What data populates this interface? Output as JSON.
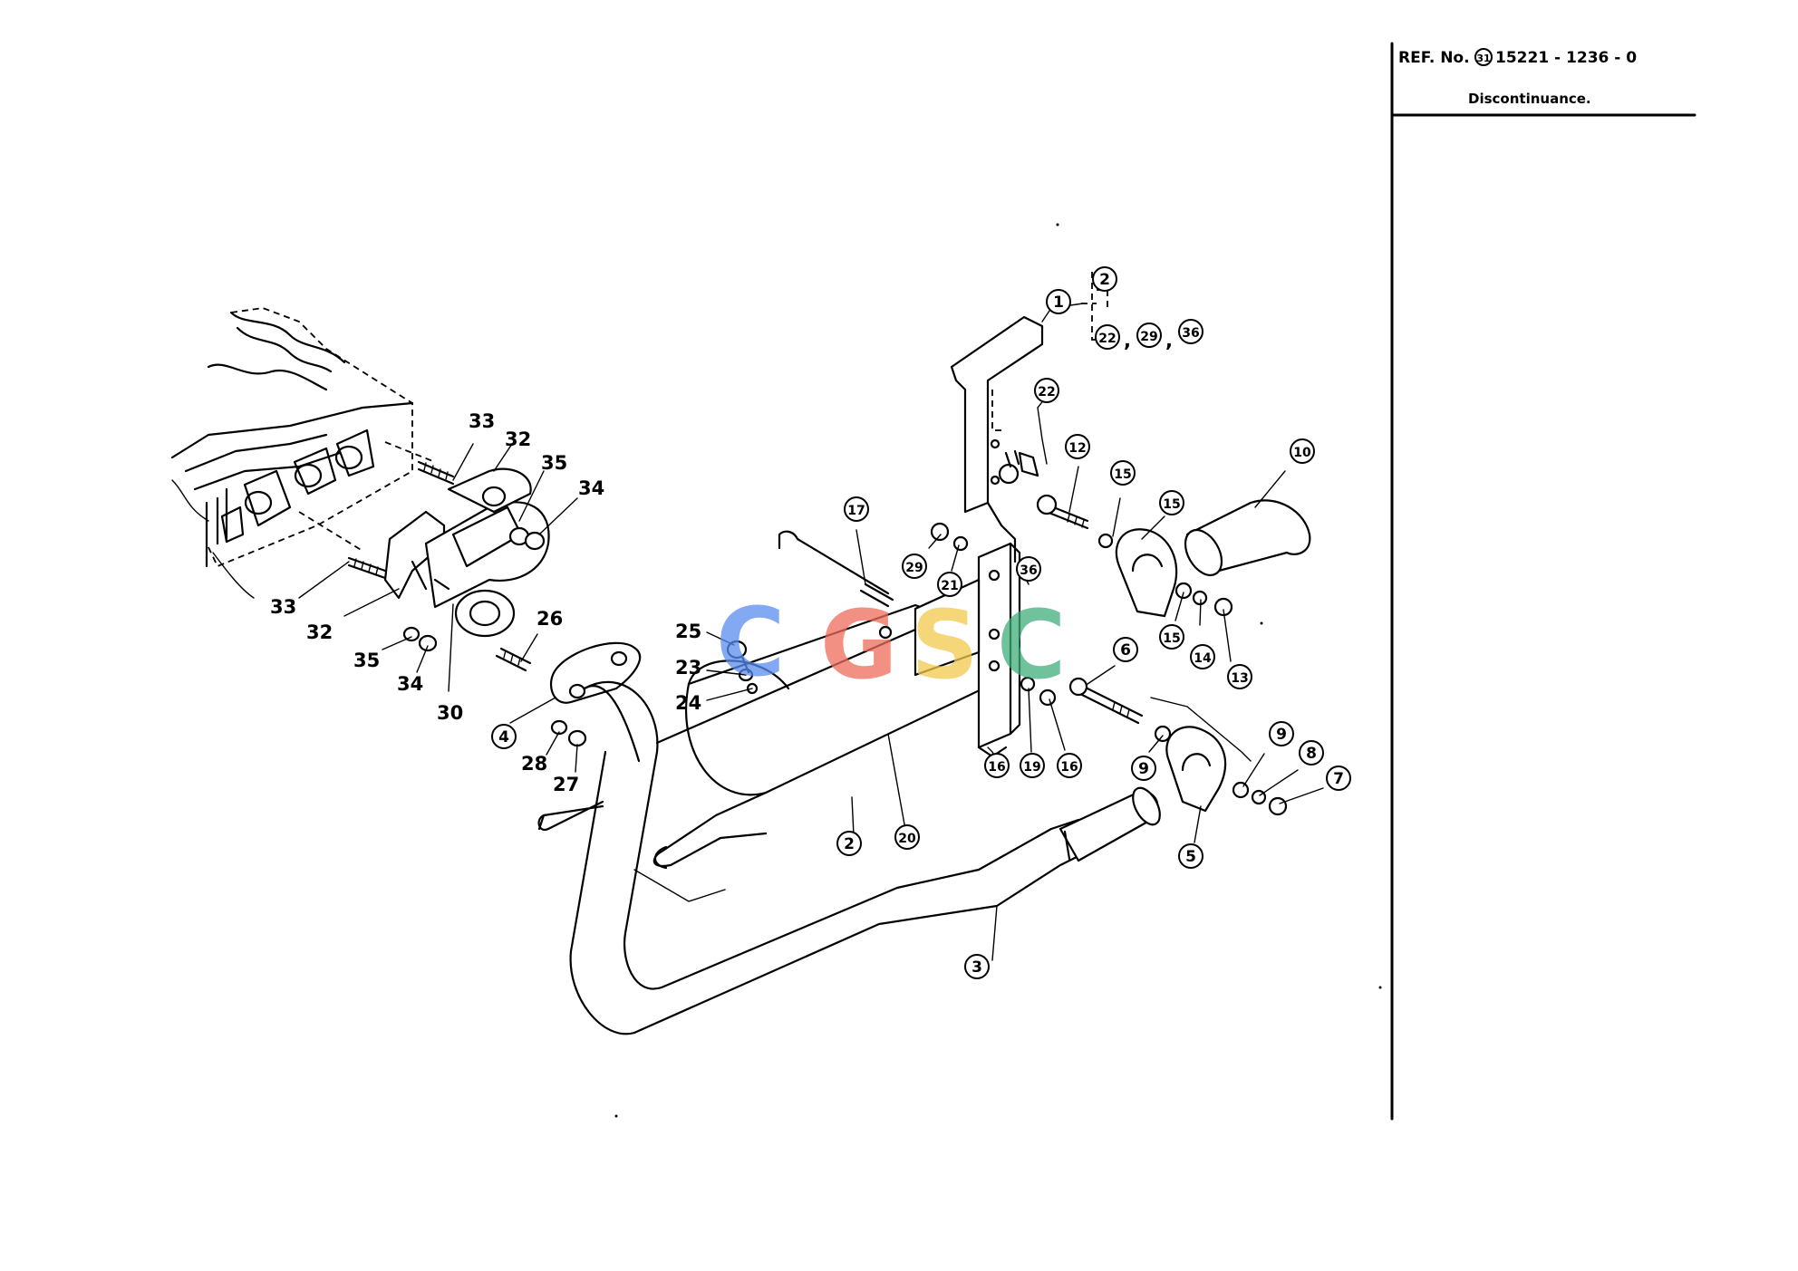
{
  "header": {
    "ref_label": "REF. No.",
    "ref_circle": "31",
    "ref_number": "15221 - 1236 - 0",
    "note": "Discontinuance."
  },
  "watermark": {
    "letters": [
      "C",
      "G",
      "S",
      "C"
    ],
    "colors": [
      "#5b8def",
      "#ef6b5b",
      "#f2c94c",
      "#3fae7a"
    ]
  },
  "callouts": {
    "c1": "1",
    "c2a": "2",
    "c22a": "22",
    "c29a": "29",
    "c36a": "36",
    "c22b": "22",
    "c12": "12",
    "c15a": "15",
    "c15b": "15",
    "c10": "10",
    "c17": "17",
    "c29b": "29",
    "c21": "21",
    "c36b": "36",
    "c15c": "15",
    "c14": "14",
    "c13": "13",
    "c6": "6",
    "c9a": "9",
    "c9b": "9",
    "c8": "8",
    "c7": "7",
    "c5": "5",
    "c16a": "16",
    "c19": "19",
    "c16b": "16",
    "c2b": "2",
    "c20": "20",
    "c3": "3",
    "c4": "4"
  },
  "plain_labels": {
    "l33a": "33",
    "l32a": "32",
    "l35a": "35",
    "l34a": "34",
    "l33b": "33",
    "l32b": "32",
    "l35b": "35",
    "l34b": "34",
    "l30": "30",
    "l26": "26",
    "l28": "28",
    "l27": "27",
    "l25": "25",
    "l23": "23",
    "l24": "24"
  },
  "separators": {
    "comma1": ",",
    "comma2": ","
  }
}
